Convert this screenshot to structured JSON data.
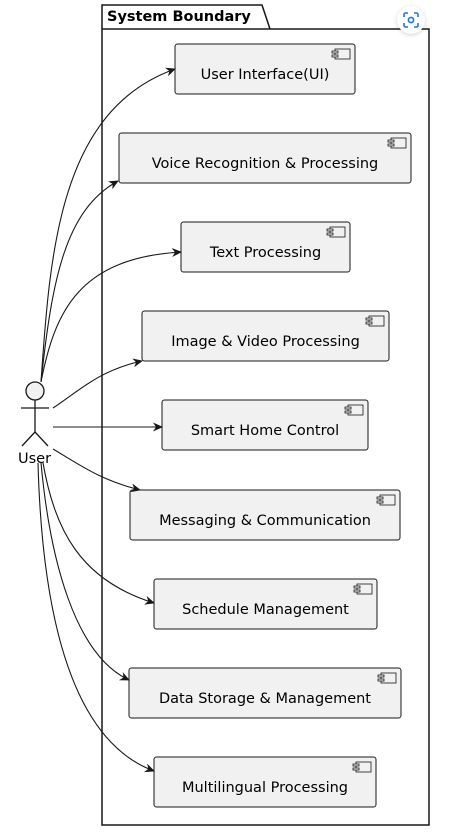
{
  "boundary": {
    "title": "System Boundary"
  },
  "actor": {
    "label": "User"
  },
  "components": [
    {
      "id": "ui",
      "label": "User Interface(UI)"
    },
    {
      "id": "voice",
      "label": "Voice Recognition & Processing"
    },
    {
      "id": "text",
      "label": "Text Processing"
    },
    {
      "id": "image",
      "label": "Image & Video Processing"
    },
    {
      "id": "smarthome",
      "label": "Smart Home Control"
    },
    {
      "id": "messaging",
      "label": "Messaging & Communication"
    },
    {
      "id": "schedule",
      "label": "Schedule Management"
    },
    {
      "id": "storage",
      "label": "Data Storage & Management"
    },
    {
      "id": "multilingual",
      "label": "Multilingual Processing"
    }
  ],
  "colors": {
    "component_fill": "#f1f1f1",
    "component_stroke": "#181818",
    "accent": "#1a73e8"
  },
  "toolbar": {
    "focus_icon": "focus-icon"
  }
}
